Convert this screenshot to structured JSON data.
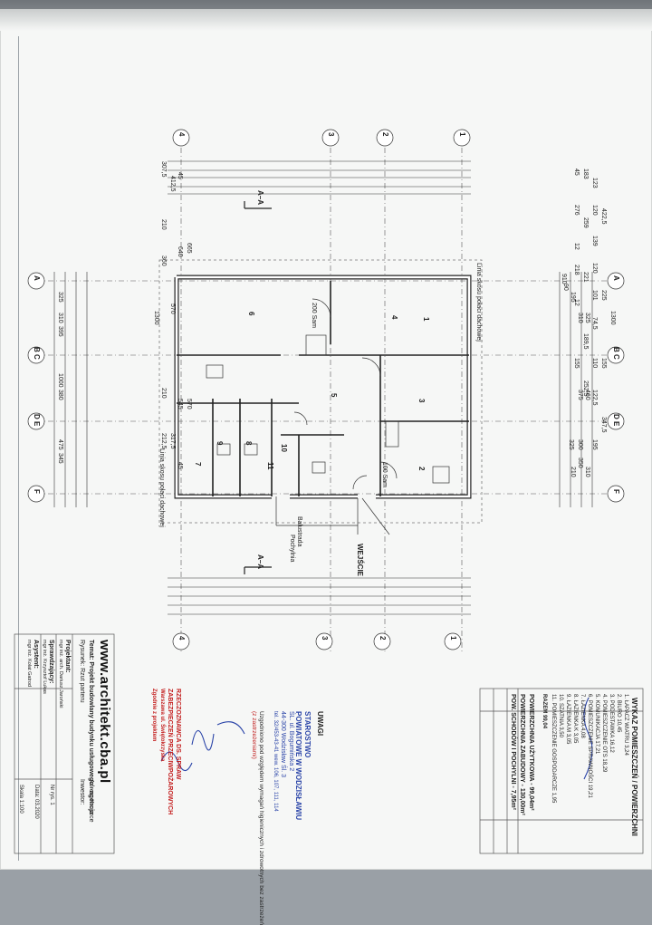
{
  "axes": {
    "top_numbers": [
      "4",
      "3",
      "2",
      "1"
    ],
    "top_letters": [
      "A",
      "B C",
      "D E",
      "F"
    ],
    "right_letters": [
      "A",
      "B C",
      "D E",
      "F"
    ],
    "bottom_numbers": [
      "4",
      "3",
      "2",
      "1"
    ]
  },
  "dimensions": {
    "top_row1": [
      "307,5",
      "210",
      "360",
      "210",
      "212,5"
    ],
    "top_row2": [
      "412,5",
      "570",
      "317,5"
    ],
    "top_total": "1300",
    "top_row3": [
      "45",
      "640",
      "545",
      "45"
    ],
    "top_row4": [
      "665",
      "570"
    ],
    "bottom_row1": [
      "45",
      "276",
      "12",
      "218",
      "12",
      "155",
      "325"
    ],
    "bottom_row2": [
      "183",
      "259",
      "221",
      "189,5",
      "252,5",
      "300"
    ],
    "bottom_row3": [
      "123",
      "120",
      "139",
      "120",
      "101",
      "74,5",
      "110",
      "122,5",
      "195"
    ],
    "bottom_row4": [
      "422,5",
      "225",
      "155",
      "347,5"
    ],
    "bottom_total": "1300",
    "bottom_910": "910",
    "left_col": [
      "325",
      "310",
      "395",
      "380",
      "475",
      "345",
      "1000"
    ],
    "right_col": [
      "90",
      "195",
      "310",
      "325",
      "375",
      "460",
      "350",
      "210",
      "310"
    ]
  },
  "sections": {
    "top": "A–A",
    "bottom": "A–A"
  },
  "rooms": [
    "1",
    "2",
    "3",
    "4",
    "5",
    "6",
    "7",
    "8",
    "9",
    "10",
    "11"
  ],
  "plan_labels": {
    "chimney_line": "Linia skosu połaci dachowej",
    "balcony": "Balustrada",
    "porch": "Pochylnia",
    "entrance": "WEJŚCIE",
    "door_200": "200 Sam",
    "door_100": "100 Sam",
    "wall_label": "Linia skosu połaci dachowej"
  },
  "room_table": {
    "title": "WYKAZ POMIESZCZEŃ / POWIERZCHNI",
    "rows": [
      {
        "no": "1.",
        "name": "ŁAPACZ WIATRU",
        "area": "3,24"
      },
      {
        "no": "2.",
        "name": "BIURO",
        "area": "10,45"
      },
      {
        "no": "3.",
        "name": "PODESTAWKA",
        "area": "16,12"
      },
      {
        "no": "4.",
        "name": "POMIESZCZENIE OTS",
        "area": "18,29"
      },
      {
        "no": "5.",
        "name": "KOMUNIKACJA",
        "area": "17,21"
      },
      {
        "no": "6.",
        "name": "POMIESZCZENIE SPRAWNOŚCI",
        "area": "19,21"
      },
      {
        "no": "7.",
        "name": "ŁAZIENKA",
        "area": "4,08"
      },
      {
        "no": "8.",
        "name": "ŁAZIENKA K",
        "area": "3,05"
      },
      {
        "no": "9.",
        "name": "ŁAZIENKA M",
        "area": "3,05"
      },
      {
        "no": "10.",
        "name": "SZATNIA",
        "area": "3,50"
      },
      {
        "no": "11.",
        "name": "POMIESZCZENIE GOSPODARCZE",
        "area": "1,95"
      }
    ],
    "total_label": "RAZEM",
    "total_value": "99,04"
  },
  "summary": {
    "usable": "POWIERZCHNIA UŻYTKOWA  -  99,04m²",
    "built": "POWIERZCHNIA ZABUDOWY  -  130,00m²",
    "stairs": "POW. SCHODÓW I POCHYLNI  -  7,95m²"
  },
  "note_title": "UWAGI",
  "stamp": {
    "line1": "STAROSTWO",
    "line2": "POWIATOWE W WODZISŁAWIU",
    "line3": "ŚL. ul. Bogumińska 2",
    "line4": "44-300 Wodzisław Śl. 3",
    "line5": "tel. 32/453-43-41 wew. 106, 107, 111, 114"
  },
  "approval_text": "Uzgodniono pod względem wymagań higienicznych i zdrowotnych bez zastrzeżeń",
  "approval_red": "(z zastrzeżeniami)",
  "red_stamp": {
    "line1": "RZECZOZNAWCA DS. SPRAW",
    "line2": "ZABEZPIECZEŃ PRZECIWPOŻAROWYCH",
    "line3": "Warszawa ul. Świętokrzyska",
    "line4": "Zgodnie z projektem"
  },
  "title_block": {
    "website": "www.architekt.cba.pl",
    "project_title": "Temat: Projekt budowlany budynku usługowego - agencja",
    "stage": "Rysunek: Rzut parteru",
    "address": "Adres: Kruszce",
    "investor_label": "Inwestor:",
    "roles": [
      "Projektant:",
      "Sprawdzający:",
      "Asystent:"
    ],
    "names": [
      "mgr inż. arch. Dariusz Jaroński",
      "mgr inż. Krzysztof Lukas",
      "mgr inż. Kolat Gatrod"
    ],
    "scale": "Skala 1:100",
    "date": "Data: 03.2020",
    "drawing_no": "Nr rys. 1"
  },
  "colors": {
    "ink": "#2a2a2a",
    "wall": "#3a3a3a",
    "stamp_blue": "#2a44a8",
    "stamp_red": "#c42020"
  }
}
